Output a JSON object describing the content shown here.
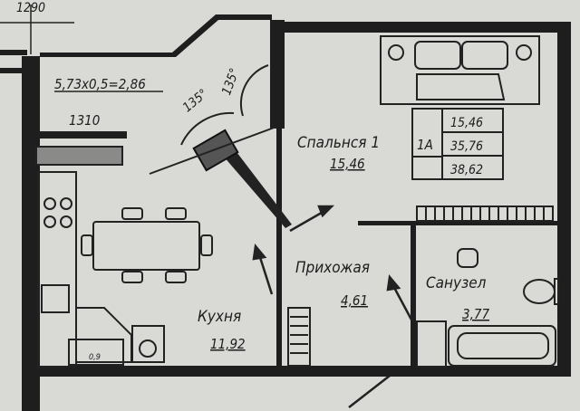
{
  "dimensions": {
    "top_left": "1290",
    "balcony_area_formula": "5,73x0,5=2,86",
    "kitchen_wall": "1310",
    "door_angle_1": "135°",
    "door_angle_2": "135°",
    "small_cabinet": "0,9"
  },
  "rooms": {
    "bedroom": {
      "name": "Спальнся 1",
      "area": "15,46"
    },
    "hallway": {
      "name": "Прихожая",
      "area": "4,61"
    },
    "bathroom": {
      "name": "Санузел",
      "area": "3,77"
    },
    "kitchen": {
      "name": "Кухня",
      "area": "11,92"
    }
  },
  "summary_table": {
    "apartment_type": "1А",
    "living_area": "15,46",
    "total_area": "35,76",
    "total_with_balcony": "38,62"
  }
}
